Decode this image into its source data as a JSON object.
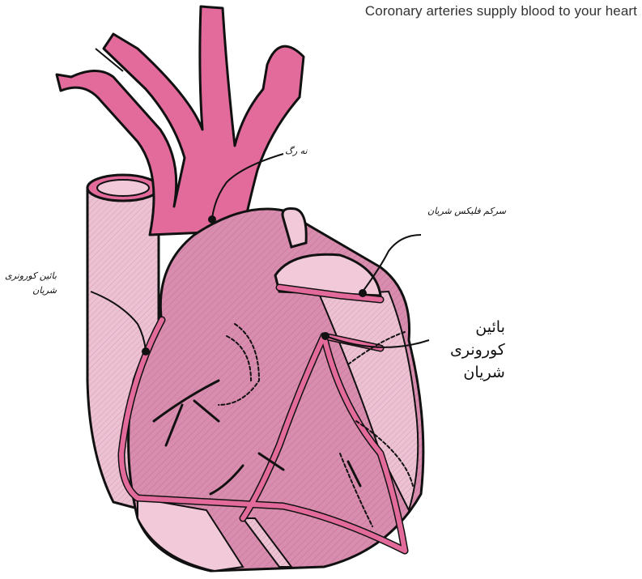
{
  "title": "Coronary arteries supply blood to your heart",
  "labels": {
    "aorta": "نه رگ",
    "circumflex": "سرکم فلیکس شریان",
    "right_line1": "بائین کورونری",
    "right_line2": "شریان",
    "left_big_line1": "بائین",
    "left_big_line2": "کورونری",
    "left_big_line3": "شریان"
  },
  "colors": {
    "artery": "#e36b9c",
    "heart": "#d88cae",
    "heart_light": "#eab6cb",
    "outline": "#111111"
  }
}
